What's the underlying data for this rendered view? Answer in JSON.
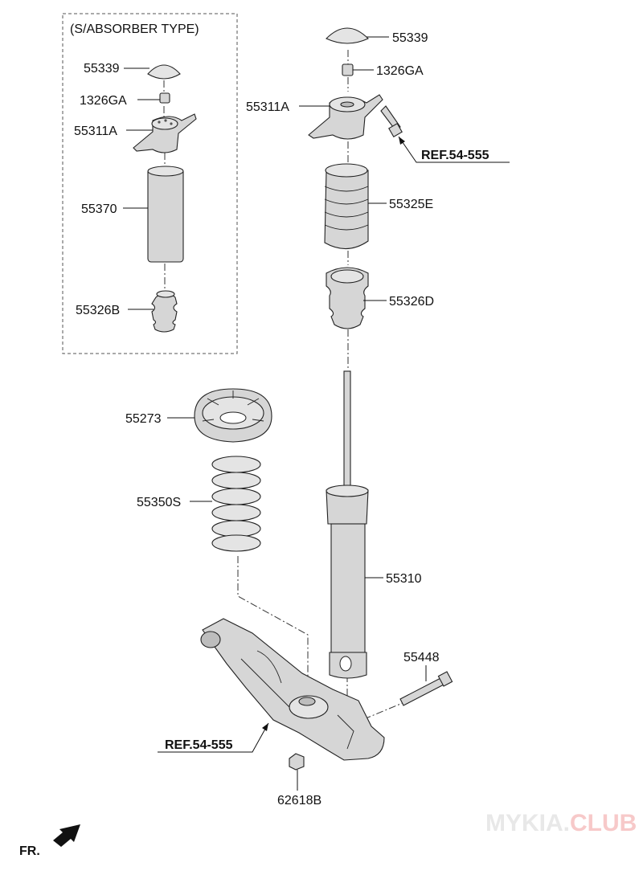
{
  "inset": {
    "title": "(S/ABSORBER TYPE)"
  },
  "labels": {
    "inset_55339": "55339",
    "inset_1326GA": "1326GA",
    "inset_55311A": "55311A",
    "inset_55370": "55370",
    "inset_55326B": "55326B",
    "main_55339": "55339",
    "main_1326GA": "1326GA",
    "main_55311A": "55311A",
    "ref_top": "REF.54-555",
    "main_55325E": "55325E",
    "main_55326D": "55326D",
    "main_55273": "55273",
    "main_55350S": "55350S",
    "main_55310": "55310",
    "main_55448": "55448",
    "ref_bottom": "REF.54-555",
    "main_62618B": "62618B",
    "front": "FR."
  },
  "watermark": {
    "part1": "MYKIA.",
    "part2": "CLUB",
    "color1": "#e8e8e8",
    "color2": "#f7c9c9"
  },
  "colors": {
    "part_fill": "#d6d6d6",
    "line": "#111111",
    "inset_border": "#555555"
  }
}
